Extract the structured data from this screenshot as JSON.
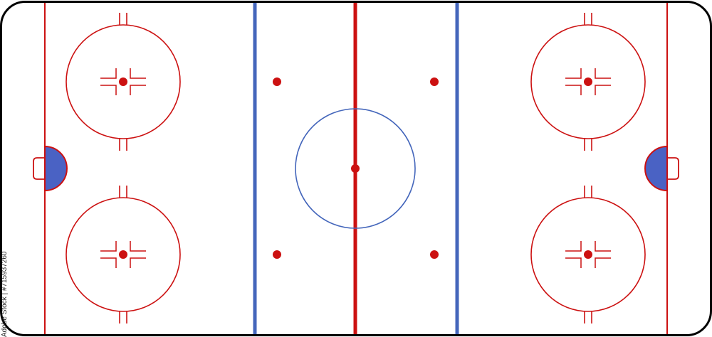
{
  "rink": {
    "colors": {
      "red": "#cc1111",
      "blue": "#4466bb",
      "crease_fill": "#4a62c4",
      "board": "#000000",
      "ice": "#ffffff"
    },
    "elements": [
      "rink-boards",
      "goal-line-left",
      "goal-line-right",
      "blue-line-left",
      "blue-line-right",
      "center-red-line",
      "center-faceoff-circle",
      "center-faceoff-spot",
      "neutral-zone-faceoff-spot x4",
      "end-zone-faceoff-circle x4 with hash marks and L-marks",
      "goal-crease-left",
      "goal-crease-right",
      "goal-net-left",
      "goal-net-right"
    ]
  },
  "watermark": {
    "stock_id": "Adobe Stock | #715937260"
  }
}
